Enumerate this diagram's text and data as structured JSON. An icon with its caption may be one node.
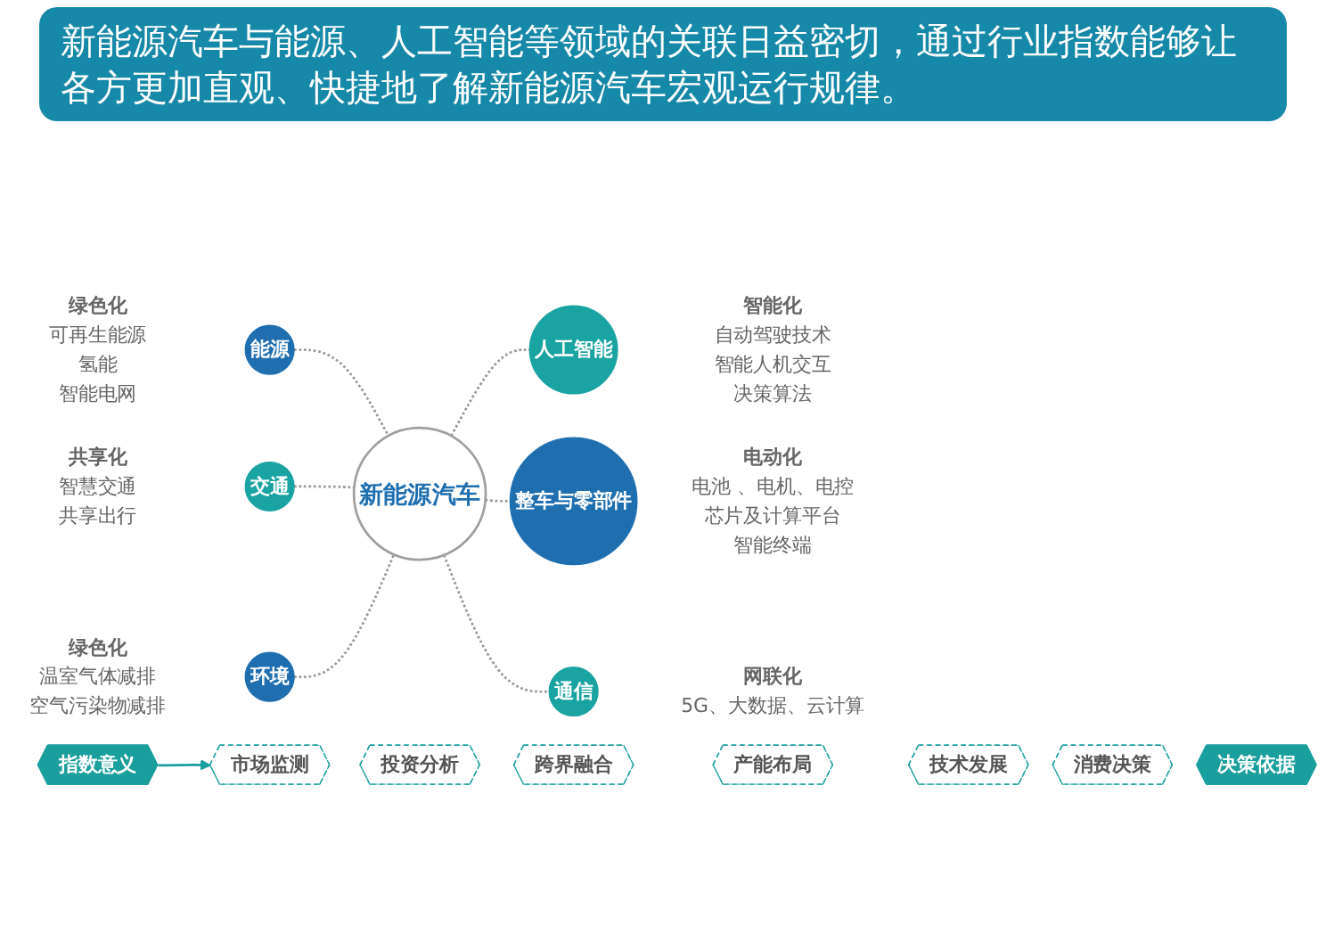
{
  "diagram": {
    "title": "新能源汽车与能源、人工智能等领域的关联日益密切，通过行业指数能够让各方更加直观、快捷地了解新能源汽车宏观运行规律。",
    "nodes": [
      {
        "text": [
          "新能源汽车"
        ]
      },
      {
        "text": [
          "能源"
        ],
        "beside": [
          "绿色化",
          "可再生能源",
          "氢能",
          "智能电网"
        ]
      },
      {
        "text": [
          "交通"
        ],
        "beside": [
          "共享化",
          "智慧交通",
          "共享出行"
        ]
      },
      {
        "text": [
          "环境"
        ],
        "beside": [
          "绿色化",
          "温室气体减排",
          "空气污染物减排"
        ]
      },
      {
        "text": [
          "人工智能"
        ],
        "beside": [
          "智能化",
          "自动驾驶技术",
          "智能人机交互",
          "决策算法"
        ]
      },
      {
        "text": [
          "整车与零部件"
        ],
        "beside": [
          "电动化",
          "电池 、电机、电控",
          "芯片及计算平台",
          "智能终端"
        ]
      },
      {
        "text": [
          "通信"
        ],
        "beside": [
          "网联化",
          "5G、大数据、云计算"
        ]
      },
      {
        "text": [
          "指数意义"
        ]
      },
      {
        "text": [
          "市场监测"
        ]
      },
      {
        "text": [
          "投资分析"
        ]
      },
      {
        "text": [
          "跨界融合"
        ]
      },
      {
        "text": [
          "产能布局"
        ]
      },
      {
        "text": [
          "技术发展"
        ]
      },
      {
        "text": [
          "消费决策"
        ]
      },
      {
        "text": [
          "决策依据"
        ]
      }
    ],
    "edges": [
      {
        "from": 1,
        "to": 0,
        "arrow": "none",
        "style": "dashed"
      },
      {
        "from": 2,
        "to": 0,
        "arrow": "none",
        "style": "dashed"
      },
      {
        "from": 3,
        "to": 0,
        "arrow": "none",
        "style": "dashed"
      },
      {
        "from": 0,
        "to": 4,
        "arrow": "none",
        "style": "dashed"
      },
      {
        "from": 0,
        "to": 5,
        "arrow": "none",
        "style": "dashed"
      },
      {
        "from": 0,
        "to": 6,
        "arrow": "none",
        "style": "dashed"
      },
      {
        "from": 7,
        "to": 8,
        "arrow": "to",
        "color": "#1a9e9e"
      }
    ]
  }
}
